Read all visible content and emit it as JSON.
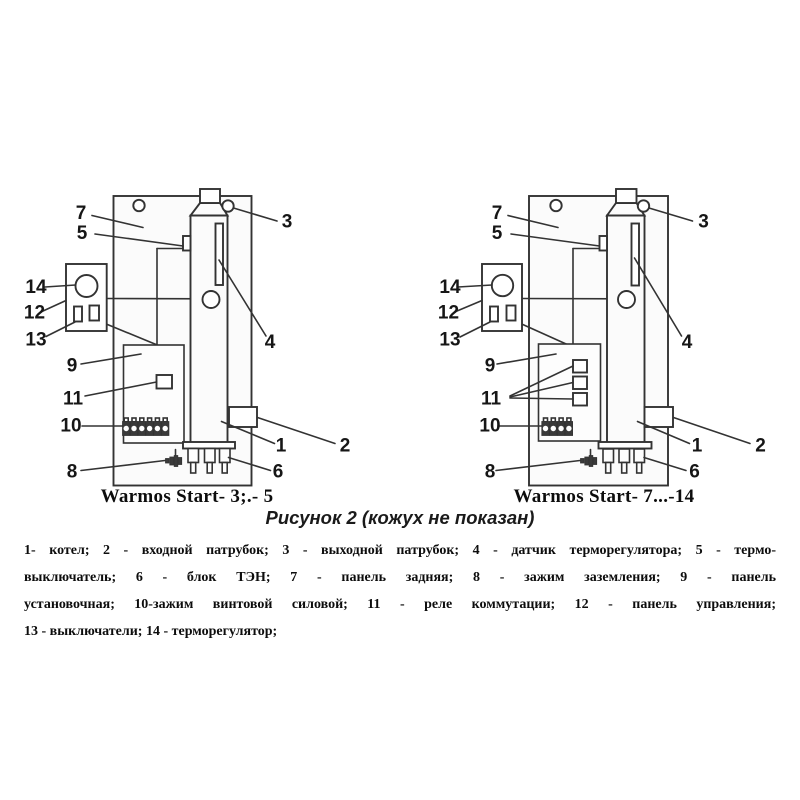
{
  "figure": {
    "caption": "Рисунок 2 (кожух не показан)",
    "legend_lines": [
      "1- котел; 2 - входной патрубок; 3 - выходной патрубок; 4 - датчик терморегулятора; 5 - термо-",
      "выключатель; 6 - блок ТЭН; 7 - панель задняя; 8 - зажим заземления; 9 - панель",
      "установочная; 10-зажим винтовой силовой; 11 - реле коммутации; 12 - панель управления;",
      "13 - выключатели; 14 - терморегулятор;"
    ]
  },
  "diagrams": {
    "left": {
      "title": "Warmos Start- 3;.- 5"
    },
    "right": {
      "title": "Warmos Start- 7...-14"
    }
  },
  "callouts": {
    "n1": "1",
    "n2": "2",
    "n3": "3",
    "n4": "4",
    "n5": "5",
    "n6": "6",
    "n7": "7",
    "n8": "8",
    "n9": "9",
    "n10": "10",
    "n11": "11",
    "n12": "12",
    "n13": "13",
    "n14": "14"
  },
  "colors": {
    "line": "#333333",
    "panel_fill": "#fbfbfb",
    "text": "#111111"
  }
}
